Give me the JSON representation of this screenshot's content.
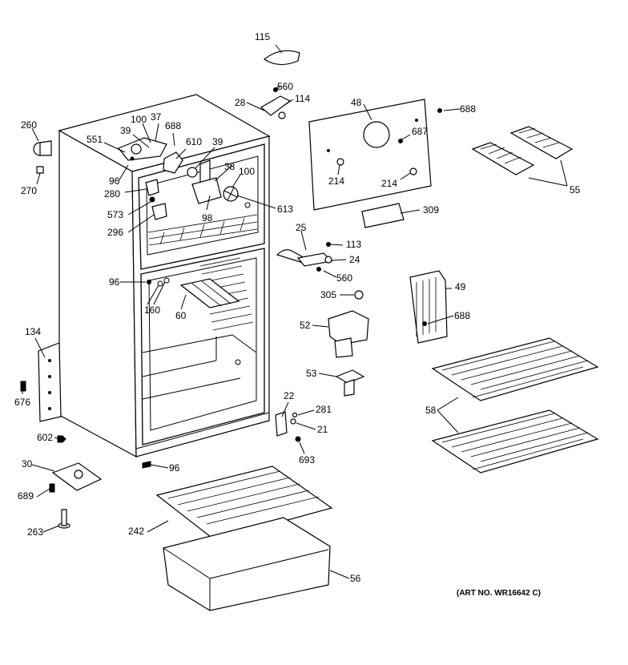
{
  "art_number": "(ART NO. WR16642 C)",
  "labels": {
    "l115": "115",
    "l560a": "560",
    "l28": "28",
    "l114": "114",
    "l48": "48",
    "l688a": "688",
    "l687": "687",
    "l214a": "214",
    "l214b": "214",
    "l260": "260",
    "l270": "270",
    "l551": "551",
    "l100a": "100",
    "l37": "37",
    "l39a": "39",
    "l688b": "688",
    "l610": "610",
    "l39b": "39",
    "l96a": "96",
    "l280": "280",
    "l38": "38",
    "l100b": "100",
    "l573": "573",
    "l98": "98",
    "l613": "613",
    "l296": "296",
    "l309": "309",
    "l55": "55",
    "l25": "25",
    "l113": "113",
    "l24": "24",
    "l560b": "560",
    "l96b": "96",
    "l160": "160",
    "l60": "60",
    "l305": "305",
    "l49": "49",
    "l688c": "688",
    "l52": "52",
    "l134": "134",
    "l53": "53",
    "l676": "676",
    "l22": "22",
    "l281": "281",
    "l21": "21",
    "l58": "58",
    "l602": "602",
    "l693": "693",
    "l96c": "96",
    "l30": "30",
    "l689": "689",
    "l242": "242",
    "l263": "263",
    "l56": "56"
  }
}
